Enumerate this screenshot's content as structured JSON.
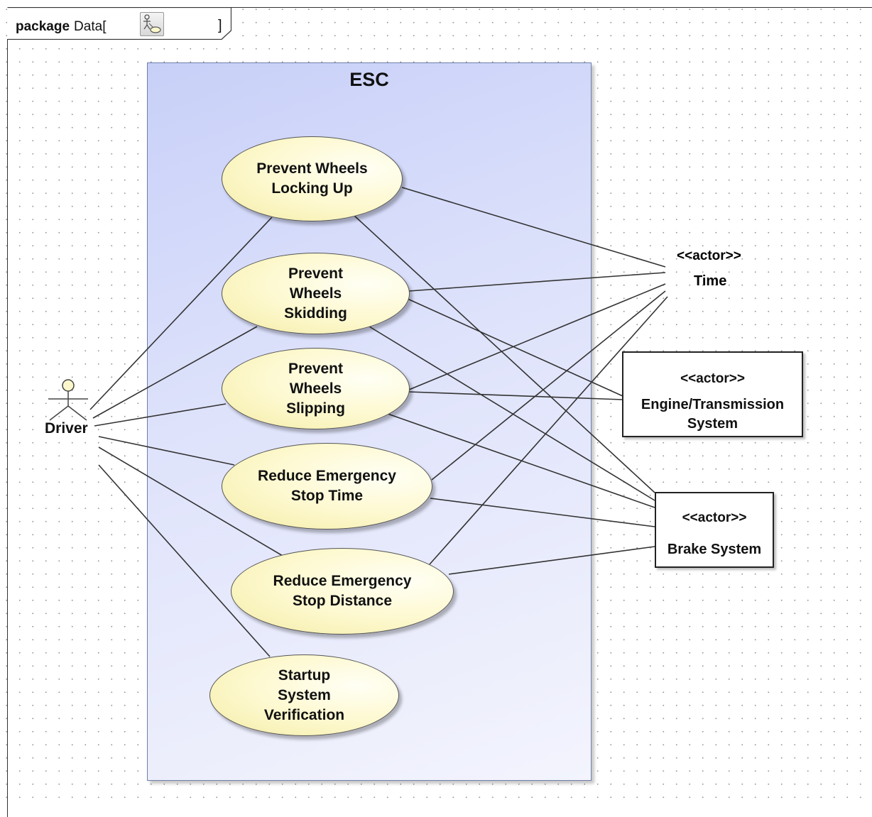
{
  "package": {
    "keyword": "package",
    "name": "Data",
    "open_bracket": "[",
    "close_bracket": "]",
    "icon": "usecase-diagram-icon"
  },
  "system": {
    "name": "ESC"
  },
  "use_cases": [
    {
      "label": "Prevent Wheels\nLocking Up"
    },
    {
      "label": "Prevent\nWheels\nSkidding"
    },
    {
      "label": "Prevent\nWheels\nSlipping"
    },
    {
      "label": "Reduce Emergency\nStop Time"
    },
    {
      "label": "Reduce Emergency\nStop Distance"
    },
    {
      "label": "Startup\nSystem\nVerification"
    }
  ],
  "actors": {
    "driver": {
      "name": "Driver",
      "icon": "stick-figure-icon"
    },
    "time": {
      "stereotype": "<<actor>>",
      "name": "Time"
    },
    "engine": {
      "stereotype": "<<actor>>",
      "name": "Engine/Transmission\nSystem"
    },
    "brake": {
      "stereotype": "<<actor>>",
      "name": "Brake System"
    }
  },
  "colors": {
    "use_case_fill": "#fdf8cc",
    "system_fill": "#dfe3fb",
    "actor_icon_fill": "#fdf8cc",
    "line": "#333333"
  }
}
